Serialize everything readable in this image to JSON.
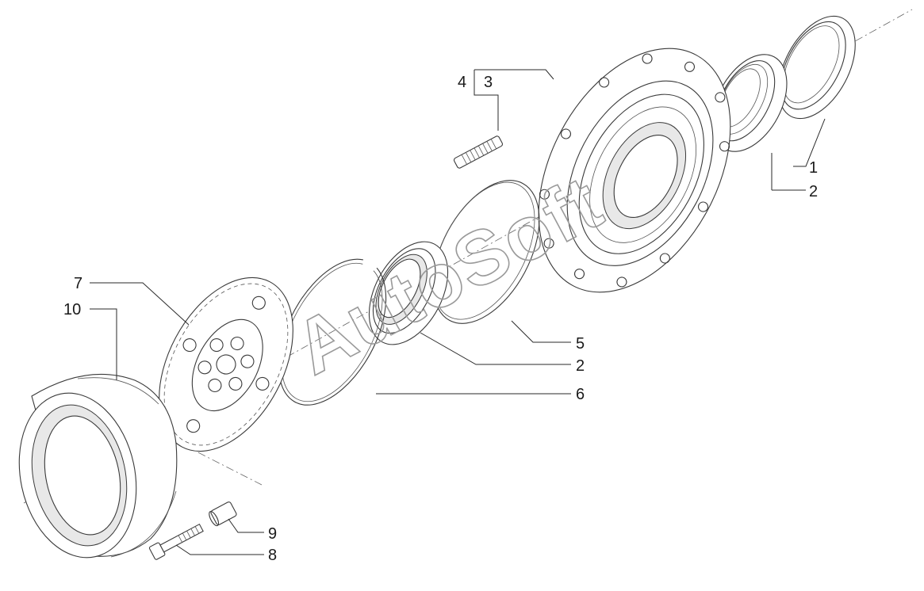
{
  "diagram": {
    "watermark": "AutoSoft",
    "callouts": [
      {
        "id": "c1",
        "text": "1"
      },
      {
        "id": "c2a",
        "text": "2"
      },
      {
        "id": "c3",
        "text": "3"
      },
      {
        "id": "c4",
        "text": "4"
      },
      {
        "id": "c5",
        "text": "5"
      },
      {
        "id": "c2b",
        "text": "2"
      },
      {
        "id": "c6",
        "text": "6"
      },
      {
        "id": "c7",
        "text": "7"
      },
      {
        "id": "c10",
        "text": "10"
      },
      {
        "id": "c9",
        "text": "9"
      },
      {
        "id": "c8",
        "text": "8"
      }
    ]
  }
}
